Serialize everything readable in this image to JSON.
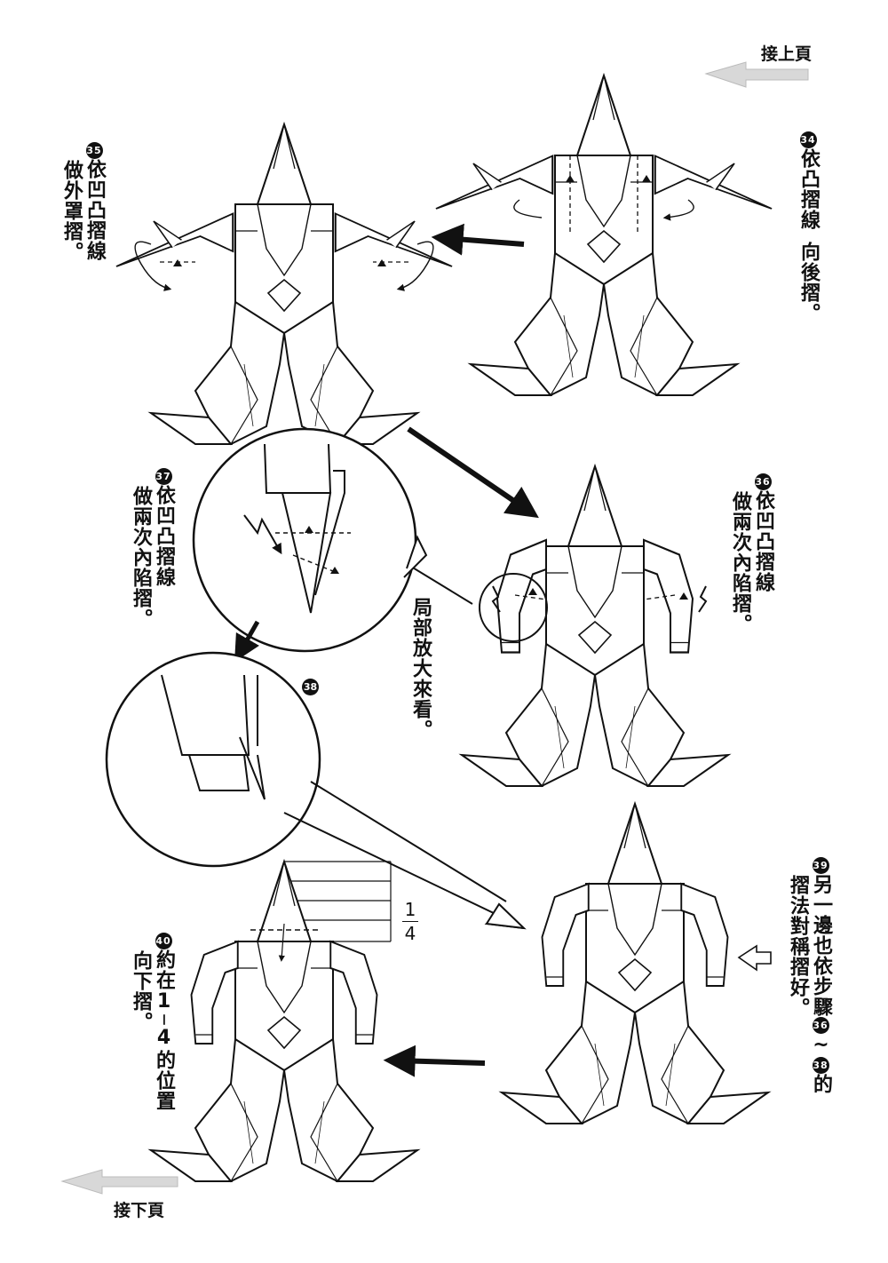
{
  "nav": {
    "continued_from": "接上頁",
    "continued_to": "接下頁"
  },
  "steps": [
    {
      "num": "34",
      "text": [
        "依凸摺線",
        "向後摺。"
      ]
    },
    {
      "num": "35",
      "text": [
        "依凹凸摺線",
        "做外罩摺。"
      ]
    },
    {
      "num": "36",
      "text": [
        "依凹凸摺線",
        "做兩次內陷摺。"
      ]
    },
    {
      "num": "37",
      "text": [
        "依凹凸摺線",
        "做兩次內陷摺。"
      ]
    },
    {
      "num": "38",
      "text": []
    },
    {
      "num": "39",
      "text": [
        "另一邊也依步驟",
        "摺法對稱摺好。"
      ],
      "range_from": "36",
      "range_sep": "~",
      "range_to": "38",
      "range_suffix": "的"
    },
    {
      "num": "40",
      "text": [
        "約在",
        "的位置",
        "向下摺。"
      ],
      "fraction": {
        "num": "1",
        "den": "4"
      }
    }
  ],
  "zoom_note": "局部放大來看。",
  "fraction_label": {
    "num": "1",
    "den": "4"
  }
}
